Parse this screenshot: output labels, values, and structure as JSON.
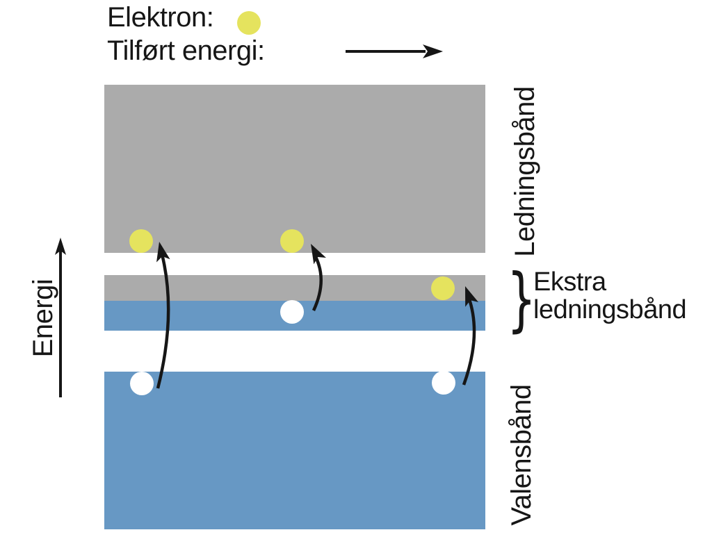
{
  "colors": {
    "band-gray": "#ababab",
    "band-blue": "#6798c4",
    "electron-yellow": "#e5e35e",
    "hole-white": "#ffffff",
    "ink": "#161616"
  },
  "legend": {
    "electron_label": "Elektron:",
    "supplied_energy_label": "Tilført energi:"
  },
  "energy_axis": {
    "label": "Energi"
  },
  "bands": {
    "conduction": {
      "label": "Ledningsbånd"
    },
    "extra": {
      "brace": "}",
      "label_line1": "Ekstra",
      "label_line2": "ledningsbånd"
    },
    "valence": {
      "label": "Valensbånd"
    }
  }
}
